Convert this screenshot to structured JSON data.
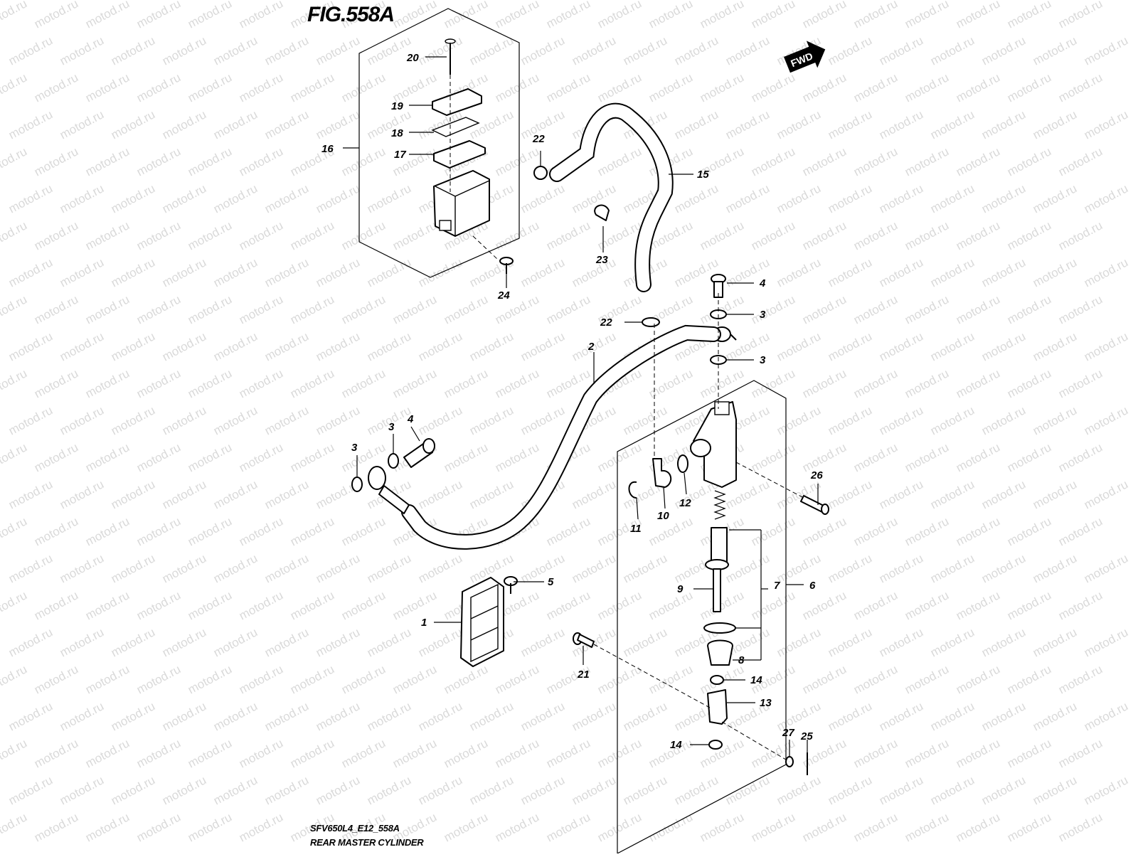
{
  "figure": {
    "title": "FIG.558A",
    "model_code": "SFV650L4_E12_558A",
    "caption": "REAR MASTER CYLINDER",
    "fwd_label": "FWD",
    "watermark": "motod.ru"
  },
  "callouts": [
    "20",
    "19",
    "18",
    "17",
    "16",
    "22",
    "15",
    "23",
    "24",
    "4",
    "3",
    "22",
    "3",
    "2",
    "3",
    "4",
    "3",
    "26",
    "11",
    "10",
    "12",
    "9",
    "7",
    "6",
    "5",
    "1",
    "8",
    "21",
    "14",
    "13",
    "14",
    "27",
    "25"
  ],
  "colors": {
    "ink": "#000000",
    "watermark": "#d9d9d9",
    "background": "#ffffff"
  }
}
